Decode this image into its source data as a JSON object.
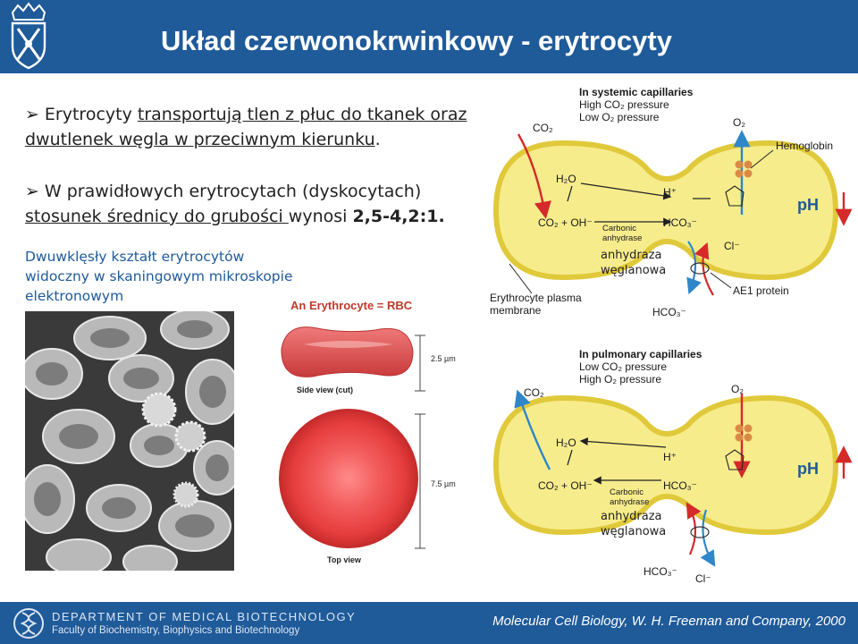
{
  "title": "Układ czerwonokrwinkowy - erytrocyty",
  "bullets": {
    "b1": {
      "pre": "Erytrocyty ",
      "underlined": "transportują tlen z płuc do tkanek oraz dwutlenek węgla w przeciwnym kierunku",
      "post": "."
    },
    "b2": {
      "line1": "W prawidłowych erytrocytach (dyskocytach)",
      "underlined": "stosunek średnicy do grubości ",
      "post": "wynosi ",
      "value": "2,5-4,2:1."
    }
  },
  "caption": "Dwuwklęsły kształt erytrocytów widoczny w skaningowym mikroskopie elektronowym",
  "rbc": {
    "title": "An Erythrocyte = RBC",
    "side_label": "Side view (cut)",
    "top_label": "Top view",
    "thickness": "2.5 µm",
    "diameter": "7.5 µm"
  },
  "systemic": {
    "heading": "In systemic capillaries",
    "cond1": "High CO₂ pressure",
    "cond2": "Low O₂ pressure",
    "co2": "CO₂",
    "o2": "O₂",
    "hemoglobin": "Hemoglobin",
    "h2o": "H₂O",
    "h_plus": "H⁺",
    "reactants": "CO₂ + OH⁻",
    "hco3": "HCO₃⁻",
    "enzyme": "Carbonic anhydrase",
    "cl": "Cl⁻",
    "membrane": "Erythrocyte plasma membrane",
    "ae1": "AE1 protein",
    "hco3_out": "HCO₃⁻",
    "annotation": "anhydraza węglanowa",
    "ph": "pH"
  },
  "pulmonary": {
    "heading": "In pulmonary capillaries",
    "cond1": "Low CO₂ pressure",
    "cond2": "High O₂ pressure",
    "co2": "CO₂",
    "o2": "O₂",
    "h2o": "H₂O",
    "h_plus": "H⁺",
    "reactants": "CO₂ + OH⁻",
    "hco3": "HCO₃⁻",
    "enzyme": "Carbonic anhydrase",
    "hco3_out": "HCO₃⁻",
    "cl": "Cl⁻",
    "annotation": "anhydraza węglanowa",
    "ph": "pH"
  },
  "footer": {
    "dept": "DEPARTMENT OF MEDICAL BIOTECHNOLOGY",
    "faculty": "Faculty of Biochemistry, Biophysics and Biotechnology",
    "reference": "Molecular Cell Biology, W. H. Freeman and Company,  2000"
  },
  "colors": {
    "brand_blue": "#1f5a99",
    "cell_yellow": "#f7ec8c",
    "arrow_red": "#d42a2a",
    "arrow_blue": "#2f86c8"
  }
}
